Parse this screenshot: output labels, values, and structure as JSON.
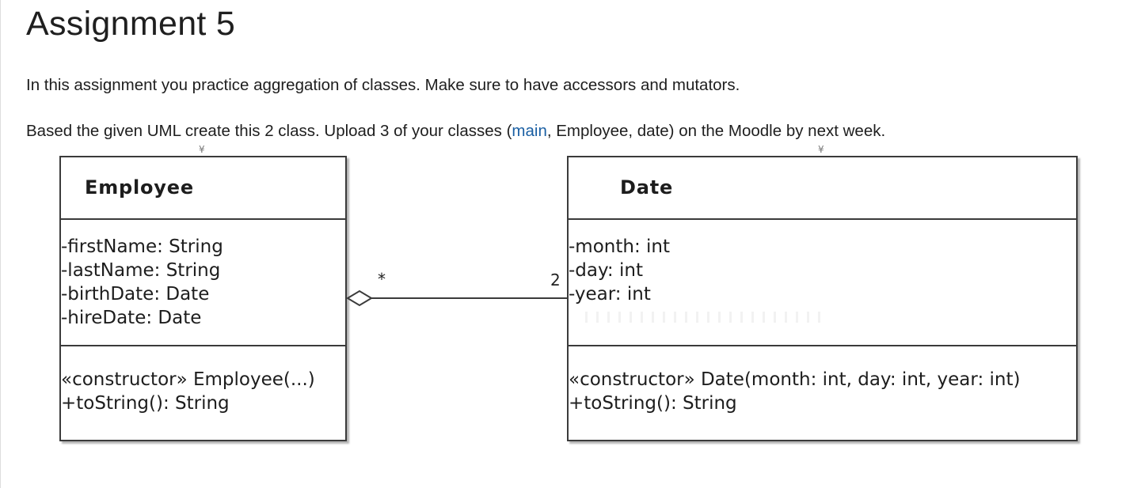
{
  "page": {
    "title": "Assignment 5",
    "paragraph1": "In this assignment you practice aggregation of classes. Make sure to have accessors and mutators.",
    "paragraph2": {
      "before": "Based the given UML create this 2 class. Upload 3 of your classes (",
      "link": "main",
      "after": ", Employee, date) on the Moodle by next week."
    },
    "link_color": "#1a5fa3"
  },
  "uml": {
    "employee": {
      "name": "Employee",
      "attributes": [
        "-firstName: String",
        "-lastName: String",
        "-birthDate: Date",
        "-hireDate: Date"
      ],
      "operations": [
        "«constructor» Employee(...)",
        "+toString(): String"
      ]
    },
    "date": {
      "name": "Date",
      "attributes": [
        "-month: int",
        "-day: int",
        "-year: int"
      ],
      "operations": [
        "«constructor» Date(month: int, day: int, year: int)",
        "+toString(): String"
      ]
    },
    "association": {
      "type": "aggregation",
      "employee_end_multiplicity": "*",
      "date_end_multiplicity": "2"
    }
  }
}
